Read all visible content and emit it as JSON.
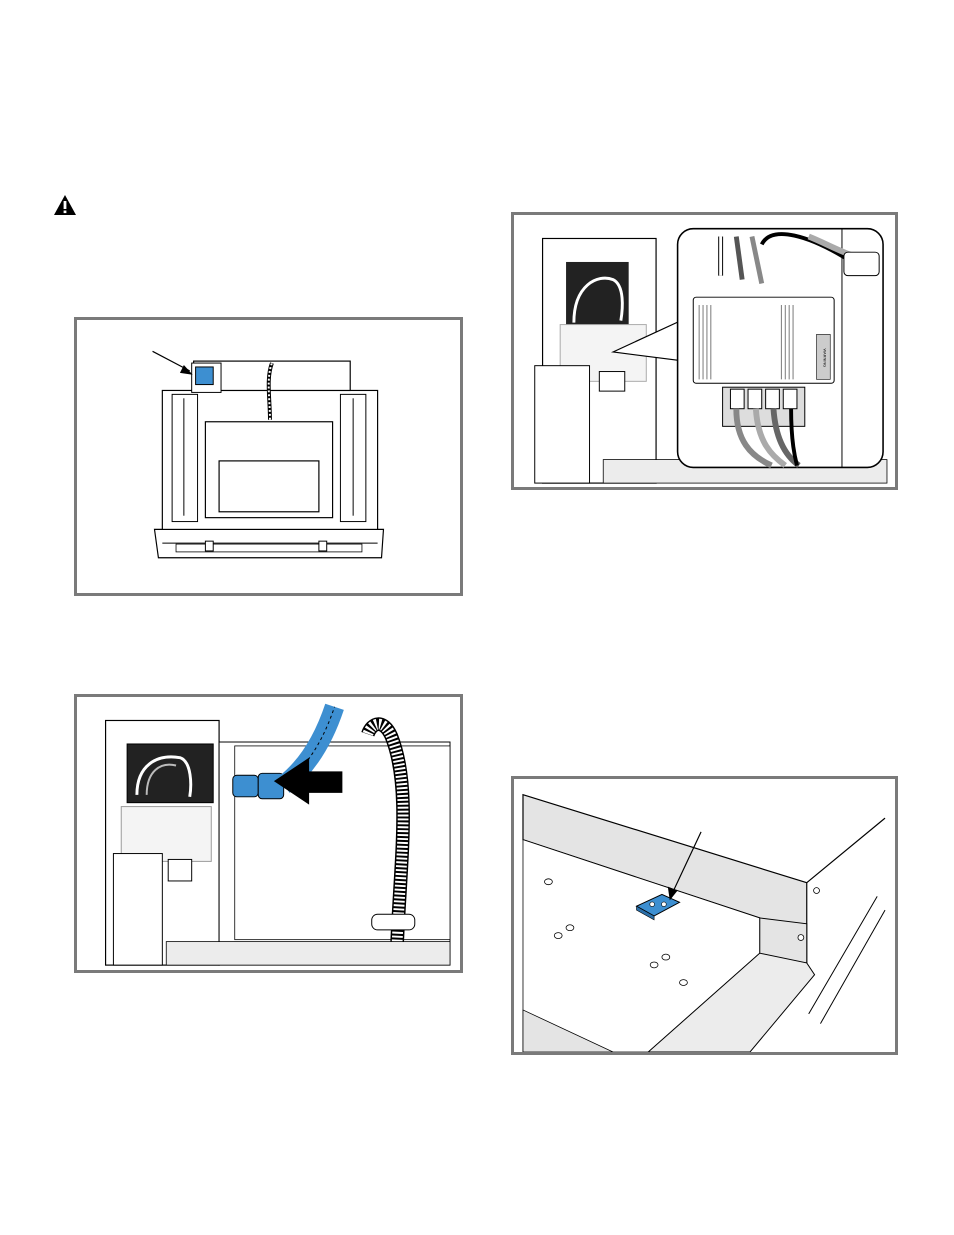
{
  "page": {
    "warning_icon": "warning-triangle-icon",
    "figures": [
      {
        "name": "figure-oven-rear-view",
        "icon": "junction-box-arrow"
      },
      {
        "name": "figure-conduit-connection",
        "icon": "conduit-arrow"
      },
      {
        "name": "figure-terminal-block-detail",
        "label_text": "WARNING"
      },
      {
        "name": "figure-anti-tip-bracket",
        "icon": "bracket-arrow"
      }
    ]
  },
  "colors": {
    "frame": "#7a7a7a",
    "highlight_blue": "#3d8fd1",
    "panel_gray": "#e4e4e4",
    "line": "#000000"
  }
}
